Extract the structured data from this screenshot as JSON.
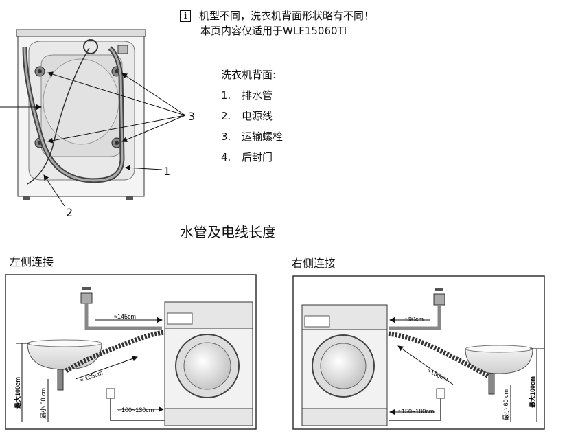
{
  "note": {
    "icon": "info-icon",
    "line1": "机型不同，洗衣机背面形状略有不同！",
    "line2": "本页内容仅适用于WLF15060TI"
  },
  "legend": {
    "title": "洗衣机背面:",
    "items": [
      {
        "num": "1.",
        "label": "排水管"
      },
      {
        "num": "2.",
        "label": "电源线"
      },
      {
        "num": "3.",
        "label": "运输螺栓"
      },
      {
        "num": "4.",
        "label": "后封门"
      }
    ]
  },
  "callouts": {
    "c1": "1",
    "c2": "2",
    "c3": "3"
  },
  "section_title": "水管及电线长度",
  "left_panel": {
    "title": "左侧连接",
    "inlet_hose": "≈145cm",
    "drain_hose": "≈ 105cm",
    "power_cord": "≈100~130cm",
    "min_height": "最小 60 cm",
    "max_height": "最大100cm"
  },
  "right_panel": {
    "title": "右侧连接",
    "inlet_hose": "≈90cm",
    "drain_hose": "≈150cm",
    "power_cord": "≈150~180cm",
    "min_height": "最小 60 cm",
    "max_height": "最大100cm"
  }
}
